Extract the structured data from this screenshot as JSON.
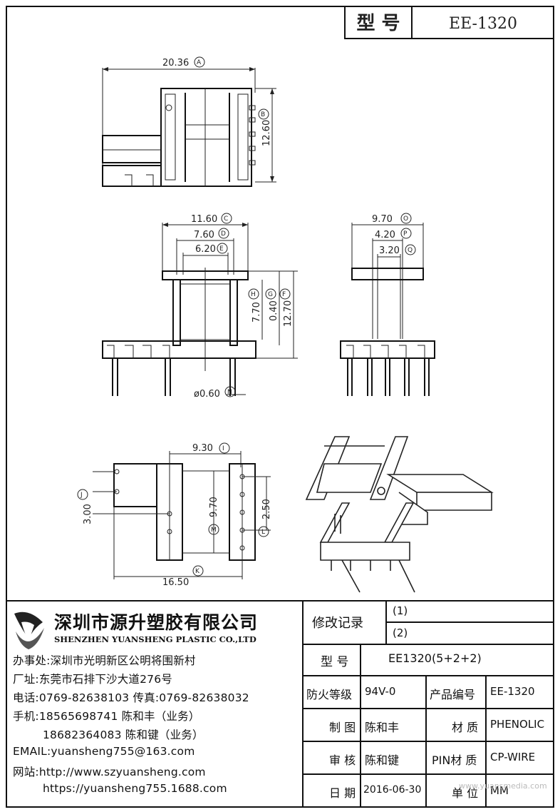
{
  "header": {
    "model_label": "型 号",
    "model_value": "EE-1320"
  },
  "dimensions": {
    "A": "20.36",
    "B": "12.60",
    "C": "11.60",
    "D": "7.60",
    "E": "6.20",
    "F": "12.70",
    "G": "0.40",
    "H": "7.70",
    "I": "9.30",
    "J": "3.00",
    "K": "16.50",
    "L": "2.50",
    "M": "9.70",
    "N": "ø0.60",
    "O": "9.70",
    "P": "4.20",
    "Q": "3.20"
  },
  "company": {
    "name_cn": "深圳市源升塑胶有限公司",
    "name_en": "SHENZHEN YUANSHENG PLASTIC CO.,LTD",
    "office": "办事处:深圳市光明新区公明将围新村",
    "factory": "厂址:东莞市石排下沙大道276号",
    "phone": "电话:0769-82638103 传真:0769-82638032",
    "mobile1": "手机:18565698741 陈和丰（业务）",
    "mobile2": "18682364083 陈和键（业务）",
    "email": "EMAIL:yuansheng755@163.com",
    "web1": "网站:http://www.szyuansheng.com",
    "web2": "https://yuansheng755.1688.com"
  },
  "table": {
    "revision_label": "修改记录",
    "rev1": "(1)",
    "rev2": "(2)",
    "model_label": "型 号",
    "model_value": "EE1320(5+2+2)",
    "fire_label": "防火等级",
    "fire_value": "94V-0",
    "product_no_label": "产品编号",
    "product_no_value": "EE-1320",
    "drawn_label": "制 图",
    "drawn_value": "陈和丰",
    "material_label": "材 质",
    "material_value": "PHENOLIC",
    "review_label": "审 核",
    "review_value": "陈和键",
    "pin_material_label": "PIN材 质",
    "pin_material_value": "CP-WIRE",
    "date_label": "日 期",
    "date_value": "2016-06-30",
    "unit_label": "单 位",
    "unit_value": "MM"
  },
  "watermark": "www.yuansmedia.com"
}
